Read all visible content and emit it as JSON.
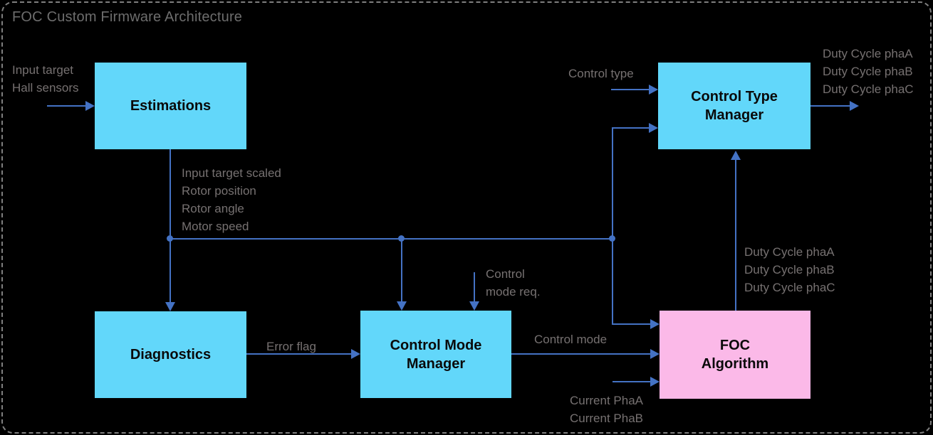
{
  "title": "FOC Custom Firmware Architecture",
  "colors": {
    "background": "#000000",
    "box_cyan": "#62D7FA",
    "box_pink": "#FBB9E8",
    "box_text": "#0a0a0a",
    "connector_blue": "#4472C4",
    "label_gray": "#767171",
    "title_gray": "#6d6d6d",
    "border_gray": "#7f7f7f"
  },
  "boxes": {
    "estimations": {
      "lines": [
        "Estimations"
      ]
    },
    "control_type_manager": {
      "lines": [
        "Control Type",
        "Manager"
      ]
    },
    "diagnostics": {
      "lines": [
        "Diagnostics"
      ]
    },
    "control_mode_manager": {
      "lines": [
        "Control Mode",
        "Manager"
      ]
    },
    "foc_algorithm": {
      "lines": [
        "FOC",
        "Algorithm"
      ]
    }
  },
  "labels": {
    "input_signals": {
      "lines": [
        "Input target",
        "Hall sensors"
      ]
    },
    "estimation_outputs": {
      "lines": [
        "Input target scaled",
        "Rotor position",
        "Rotor angle",
        "Motor speed"
      ]
    },
    "control_type": {
      "lines": [
        "Control type"
      ]
    },
    "duty_cycle_top": {
      "lines": [
        "Duty Cycle phaA",
        "Duty Cycle phaB",
        "Duty Cycle phaC"
      ]
    },
    "duty_cycle_internal": {
      "lines": [
        "Duty Cycle phaA",
        "Duty Cycle phaB",
        "Duty Cycle phaC"
      ]
    },
    "control_mode_req": {
      "lines": [
        "Control",
        "mode req."
      ]
    },
    "error_flag": {
      "lines": [
        "Error flag"
      ]
    },
    "control_mode": {
      "lines": [
        "Control mode"
      ]
    },
    "current_inputs": {
      "lines": [
        "Current PhaA",
        "Current PhaB"
      ]
    }
  },
  "edges": [
    {
      "from": "external",
      "to": "Estimations",
      "label": "Input target, Hall sensors"
    },
    {
      "from": "Estimations",
      "to": "Diagnostics",
      "label": "Input target scaled, Rotor position, Rotor angle, Motor speed"
    },
    {
      "from": "Estimations",
      "to": "Control Mode Manager",
      "label": "Input target scaled, Rotor position, Rotor angle, Motor speed"
    },
    {
      "from": "Estimations",
      "to": "Control Type Manager",
      "label": "Input target scaled, Rotor position, Rotor angle, Motor speed"
    },
    {
      "from": "Estimations",
      "to": "FOC Algorithm",
      "label": "Input target scaled, Rotor position, Rotor angle, Motor speed"
    },
    {
      "from": "external",
      "to": "Control Type Manager",
      "label": "Control type"
    },
    {
      "from": "external",
      "to": "Control Mode Manager",
      "label": "Control mode req."
    },
    {
      "from": "Diagnostics",
      "to": "Control Mode Manager",
      "label": "Error flag"
    },
    {
      "from": "Control Mode Manager",
      "to": "FOC Algorithm",
      "label": "Control mode"
    },
    {
      "from": "external",
      "to": "FOC Algorithm",
      "label": "Current PhaA, Current PhaB"
    },
    {
      "from": "FOC Algorithm",
      "to": "Control Type Manager",
      "label": "Duty Cycle phaA, Duty Cycle phaB, Duty Cycle phaC"
    },
    {
      "from": "Control Type Manager",
      "to": "external",
      "label": "Duty Cycle phaA, Duty Cycle phaB, Duty Cycle phaC"
    }
  ]
}
